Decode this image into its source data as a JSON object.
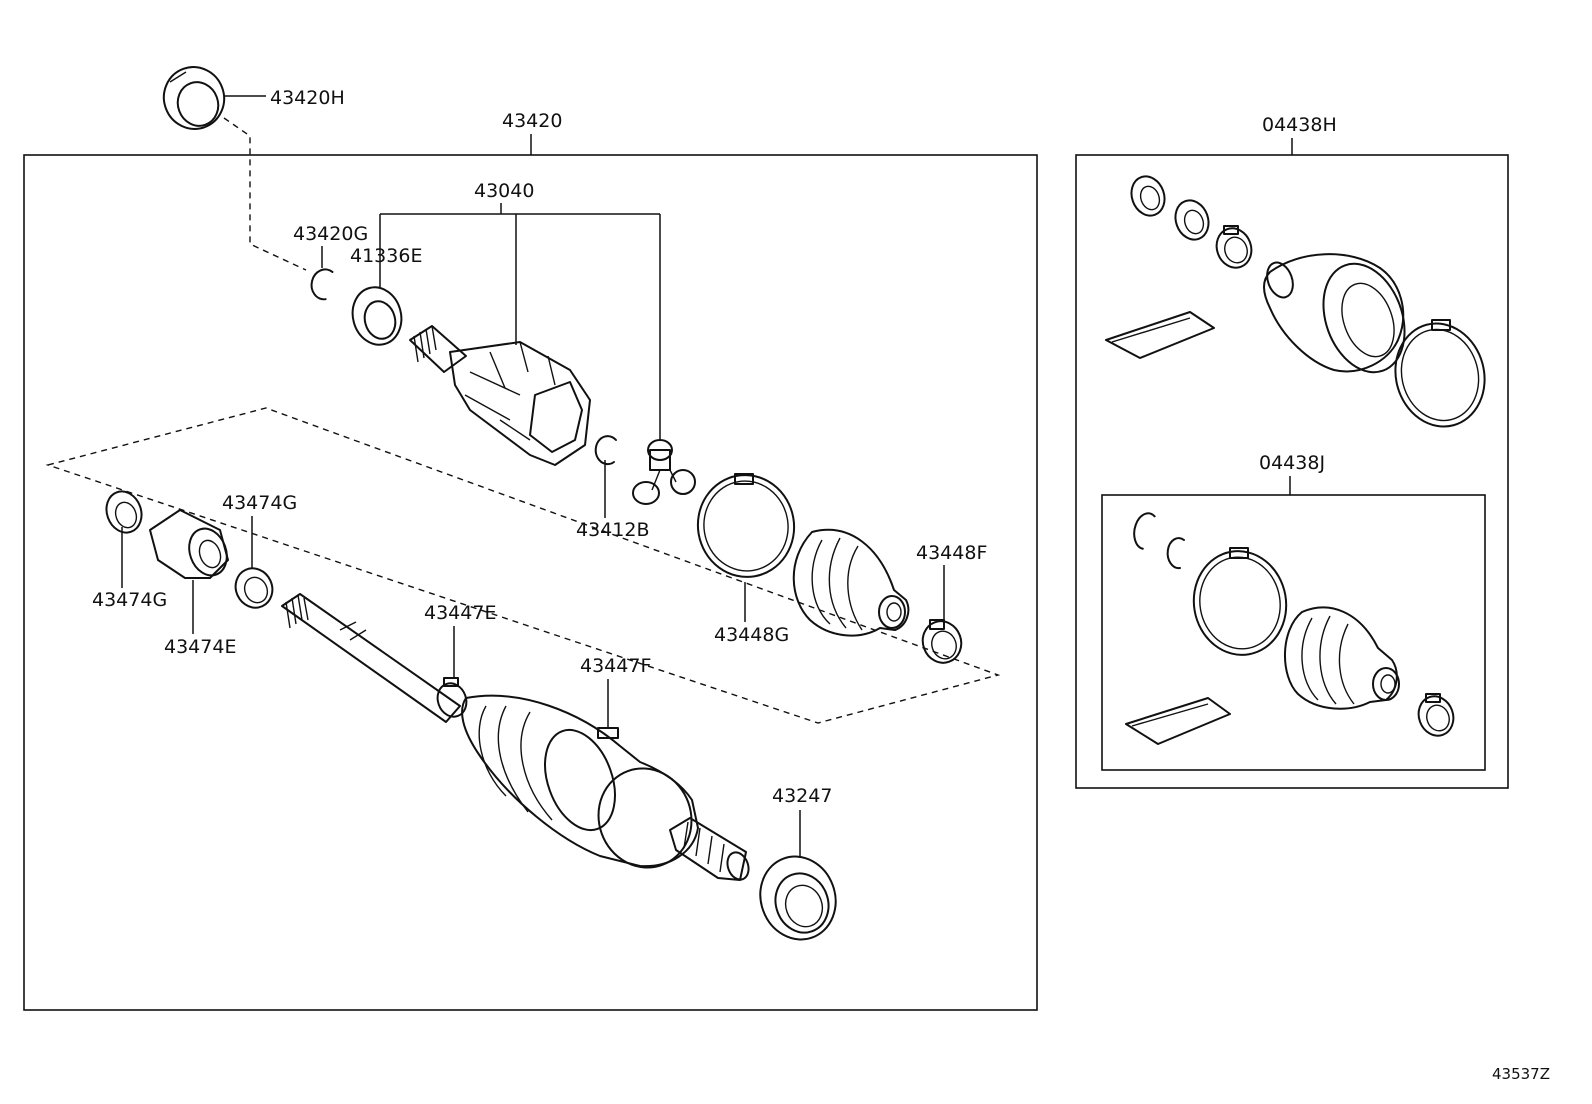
{
  "diagram_id": "43537Z",
  "groups": {
    "main_assembly": "43420",
    "boot_kit_outer": "04438H",
    "boot_kit_inner": "04438J",
    "inner_joint_assembly": "43040"
  },
  "parts": {
    "seal_upper": "43420H",
    "snap_ring": "43420G",
    "bearing": "41336E",
    "circlip_tripod": "43412B",
    "inner_boot_clamp": "43448G",
    "inner_boot_small_clamp": "43448F",
    "damper_ring_left": "43474G",
    "damper_ring_right": "43474G",
    "damper": "43474E",
    "outer_boot_clamp_small": "43447E",
    "outer_boot_clamp_large": "43447F",
    "hub_seal": "43247"
  }
}
